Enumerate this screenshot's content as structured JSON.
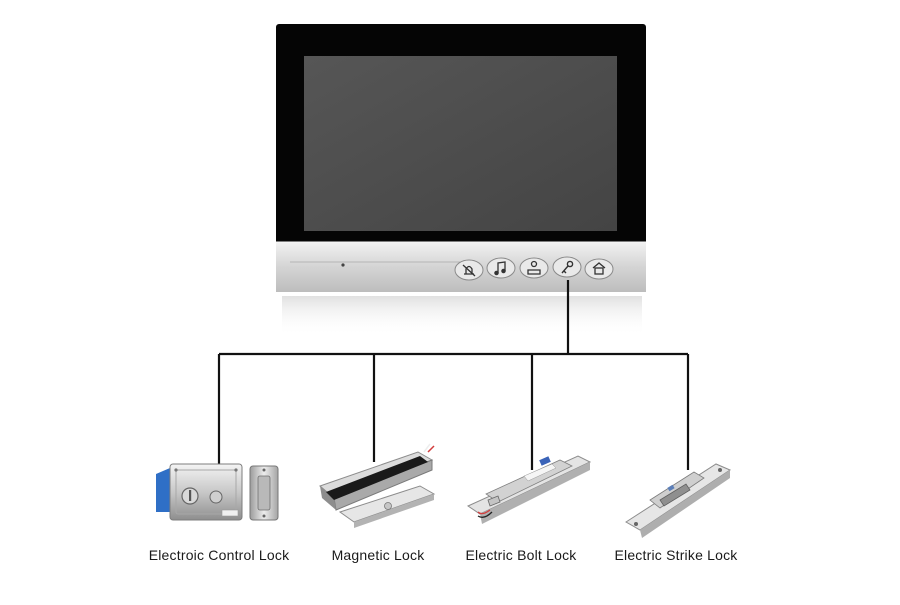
{
  "monitor": {
    "buttons": [
      {
        "name": "mute-icon"
      },
      {
        "name": "music-note-icon"
      },
      {
        "name": "intercom-icon"
      },
      {
        "name": "unlock-key-icon"
      },
      {
        "name": "monitor-home-icon"
      }
    ],
    "colors": {
      "bezel": "#050505",
      "screen": "#4e4e4e",
      "panel": "#d9d9d9"
    }
  },
  "locks": [
    {
      "label": "Electroic Control Lock"
    },
    {
      "label": "Magnetic Lock"
    },
    {
      "label": "Electric Bolt Lock"
    },
    {
      "label": "Electric Strike Lock"
    }
  ],
  "colors": {
    "wire": "#111111",
    "metal_light": "#e8e8e8",
    "metal_dark": "#9a9a9a",
    "accent_blue": "#2f6fc6"
  }
}
